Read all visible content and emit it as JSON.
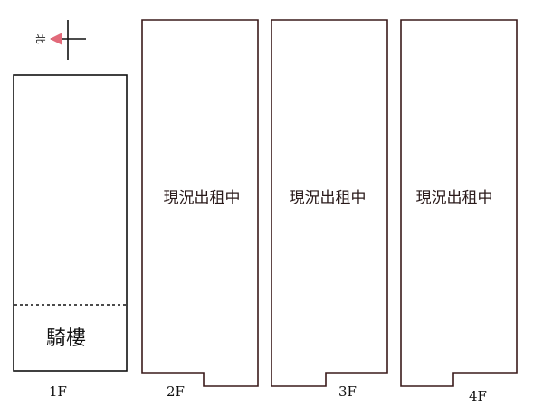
{
  "compass": {
    "label": "北",
    "arrow_color": "#e26a7a"
  },
  "floors": [
    {
      "name": "1F",
      "zone_label": "騎樓",
      "status": ""
    },
    {
      "name": "2F",
      "zone_label": "",
      "status": "現況出租中"
    },
    {
      "name": "3F",
      "zone_label": "",
      "status": "現況出租中"
    },
    {
      "name": "4F",
      "zone_label": "",
      "status": "現況出租中"
    }
  ],
  "colors": {
    "outline": "#111111",
    "upper_outline": "#3a1a1a"
  }
}
